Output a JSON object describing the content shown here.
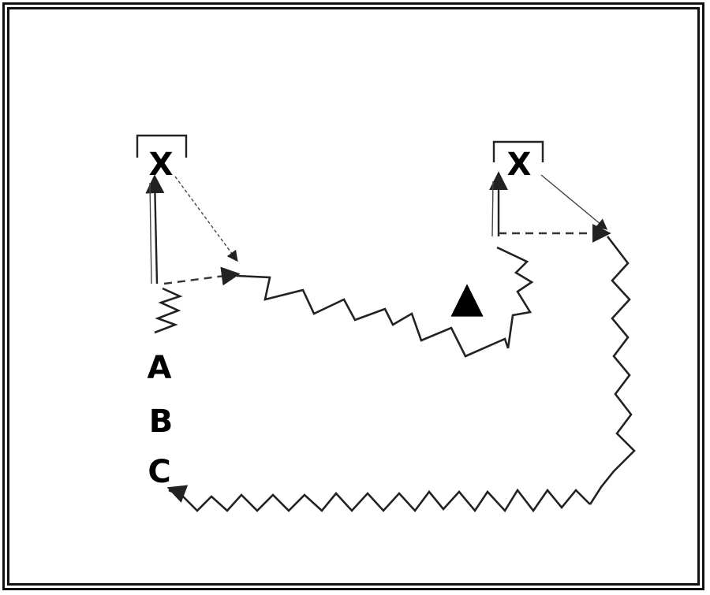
{
  "marks": {
    "x_left": "X",
    "x_right": "X",
    "a": "A",
    "b": "B",
    "c": "C",
    "triangle": "▲"
  },
  "icons": {
    "start_marker": "bracket-icon",
    "arrow": "arrowhead-icon"
  },
  "colors": {
    "ink": "#111111",
    "background": "#ffffff"
  }
}
